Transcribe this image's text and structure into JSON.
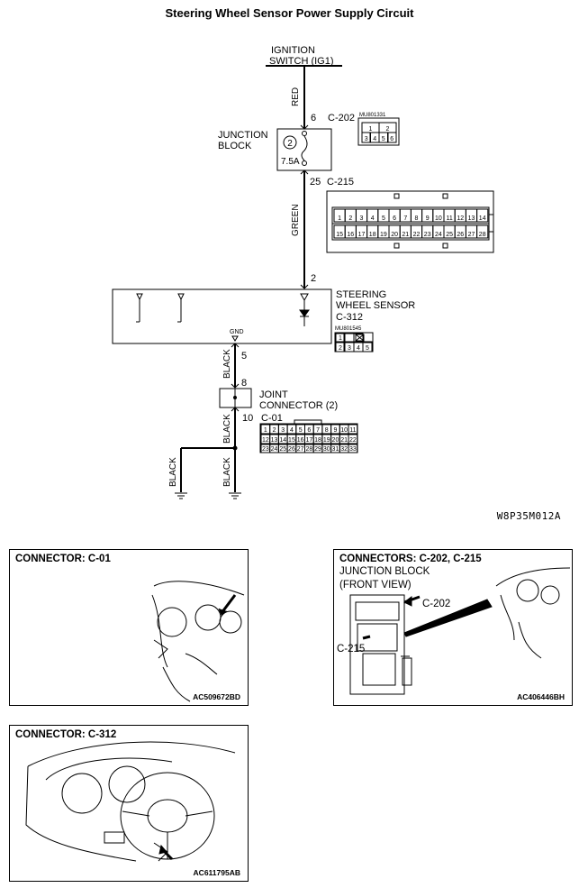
{
  "diagram": {
    "title": "Steering Wheel Sensor Power Supply Circuit",
    "ignition_switch_line1": "IGNITION",
    "ignition_switch_line2": "SWITCH (IG1)",
    "wire_red": "RED",
    "wire_green": "GREEN",
    "wire_black": "BLACK",
    "pin_6": "6",
    "pin_25": "25",
    "pin_2": "2",
    "pin_5": "5",
    "pin_8": "8",
    "pin_10": "10",
    "conn_c202": "C-202",
    "conn_c215": "C-215",
    "conn_c312": "C-312",
    "conn_c01": "C-01",
    "mu_c202": "MU801331",
    "mu_c312": "MU801545",
    "junction_block_line1": "JUNCTION",
    "junction_block_line2": "BLOCK",
    "fuse_number": "2",
    "fuse_rating": "7.5A",
    "sensor_line1": "STEERING",
    "sensor_line2": "WHEEL SENSOR",
    "gnd_label": "GND",
    "joint_line1": "JOINT",
    "joint_line2": "CONNECTOR (2)",
    "diagram_code": "W8P35M012A",
    "c202_pins": [
      "1",
      "2",
      "3",
      "4",
      "5",
      "6"
    ],
    "c215_pins_row1": [
      "1",
      "2",
      "3",
      "4",
      "5",
      "6",
      "7",
      "8",
      "9",
      "10",
      "11",
      "12",
      "13",
      "14"
    ],
    "c215_pins_row2": [
      "15",
      "16",
      "17",
      "18",
      "19",
      "20",
      "21",
      "22",
      "23",
      "24",
      "25",
      "26",
      "27",
      "28"
    ],
    "c312_pins_row1": [
      "1",
      "",
      ""
    ],
    "c312_pins_row2": [
      "2",
      "3",
      "4",
      "5"
    ],
    "c01_pins_row1": [
      "1",
      "2",
      "3",
      "4",
      "5",
      "6",
      "7",
      "8",
      "9",
      "10",
      "11"
    ],
    "c01_pins_row2": [
      "12",
      "13",
      "14",
      "15",
      "16",
      "17",
      "18",
      "19",
      "20",
      "21",
      "22"
    ],
    "c01_pins_row3": [
      "23",
      "24",
      "25",
      "26",
      "27",
      "28",
      "29",
      "30",
      "31",
      "32",
      "33"
    ]
  },
  "panels": {
    "c01": {
      "title": "CONNECTOR: C-01",
      "code": "AC509672BD"
    },
    "c202_c215": {
      "title": "CONNECTORS: C-202, C-215",
      "sub1": "JUNCTION BLOCK",
      "sub2": "(FRONT VIEW)",
      "label_c202": "C-202",
      "label_c215": "C-215",
      "code": "AC406446BH"
    },
    "c312": {
      "title": "CONNECTOR: C-312",
      "code": "AC611795AB"
    }
  }
}
